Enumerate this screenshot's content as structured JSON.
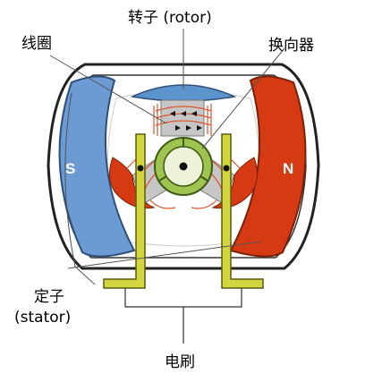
{
  "labels": {
    "rotor": "转子 (rotor)",
    "winding": "线圈",
    "commutator": "换向器",
    "stator_line1": "定子",
    "stator_line2": "(stator)",
    "brush": "电刷"
  },
  "poles": {
    "south": "S",
    "north": "N"
  },
  "colors": {
    "south_pole": "#6b9bd2",
    "north_pole": "#d63a12",
    "rotor_body": "#c6c6c6",
    "rotor_cap": "#5b93cc",
    "brush": "#d4d640",
    "commutator": "#9ec34e",
    "winding": "#d9532a"
  }
}
